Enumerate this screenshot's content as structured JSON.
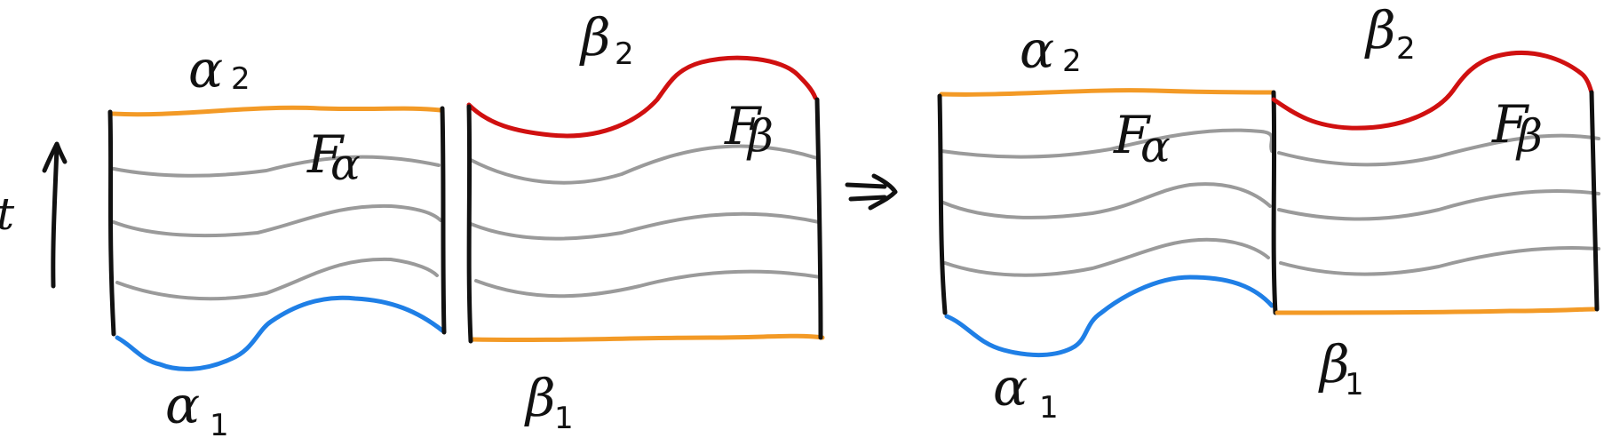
{
  "colors": {
    "ink": "#111111",
    "orange": "#f39a26",
    "red": "#d01010",
    "blue": "#1f7fe6",
    "gray": "#9a9a9a"
  },
  "left": {
    "alpha_top": {
      "sym": "α",
      "sub": "2"
    },
    "alpha_bottom": {
      "sym": "α",
      "sub": "1"
    },
    "beta_top": {
      "sym": "β",
      "sub": "2"
    },
    "beta_bottom": {
      "sym": "β",
      "sub": "1"
    },
    "face_alpha": {
      "sym": "F",
      "sub": "α"
    },
    "face_beta": {
      "sym": "F",
      "sub": "β"
    },
    "time_label": "t"
  },
  "right": {
    "alpha_top": {
      "sym": "α",
      "sub": "2"
    },
    "alpha_bottom": {
      "sym": "α",
      "sub": "1"
    },
    "beta_top": {
      "sym": "β",
      "sub": "2"
    },
    "beta_bottom": {
      "sym": "β",
      "sub": "1"
    },
    "face_alpha": {
      "sym": "F",
      "sub": "α"
    },
    "face_beta": {
      "sym": "F",
      "sub": "β"
    }
  },
  "icons": {
    "time_arrow": "up-arrow-icon",
    "implies": "implies-arrow-icon"
  }
}
